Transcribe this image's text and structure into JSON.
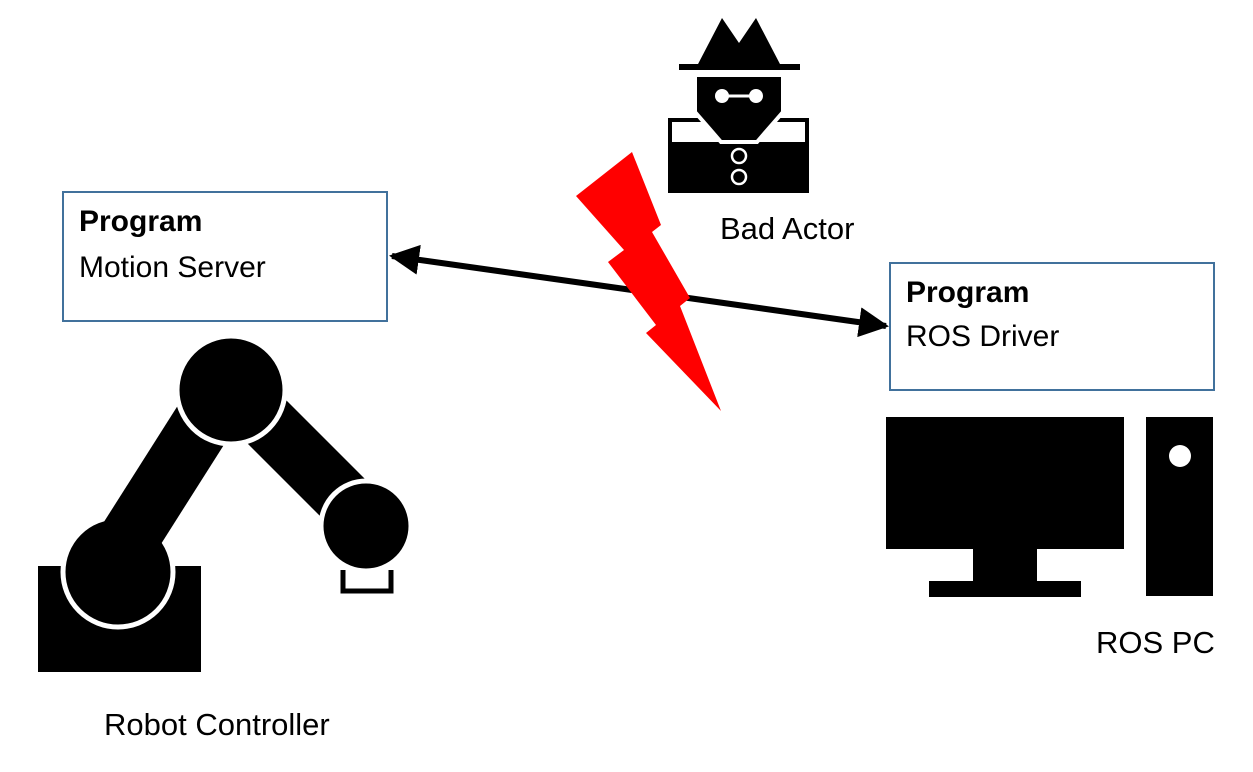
{
  "motion_server_box": {
    "title": "Program",
    "subtitle": "Motion Server"
  },
  "ros_driver_box": {
    "title": "Program",
    "subtitle": "ROS Driver"
  },
  "labels": {
    "bad_actor": "Bad Actor",
    "robot_controller": "Robot Controller",
    "ros_pc": "ROS PC"
  },
  "icons": {
    "robot": "robot-arm-icon",
    "computer": "desktop-computer-icon",
    "attacker": "spy-icon",
    "attack": "lightning-bolt-icon"
  },
  "colors": {
    "box_border": "#41719c",
    "lightning": "#ff0000",
    "ink": "#000000"
  }
}
